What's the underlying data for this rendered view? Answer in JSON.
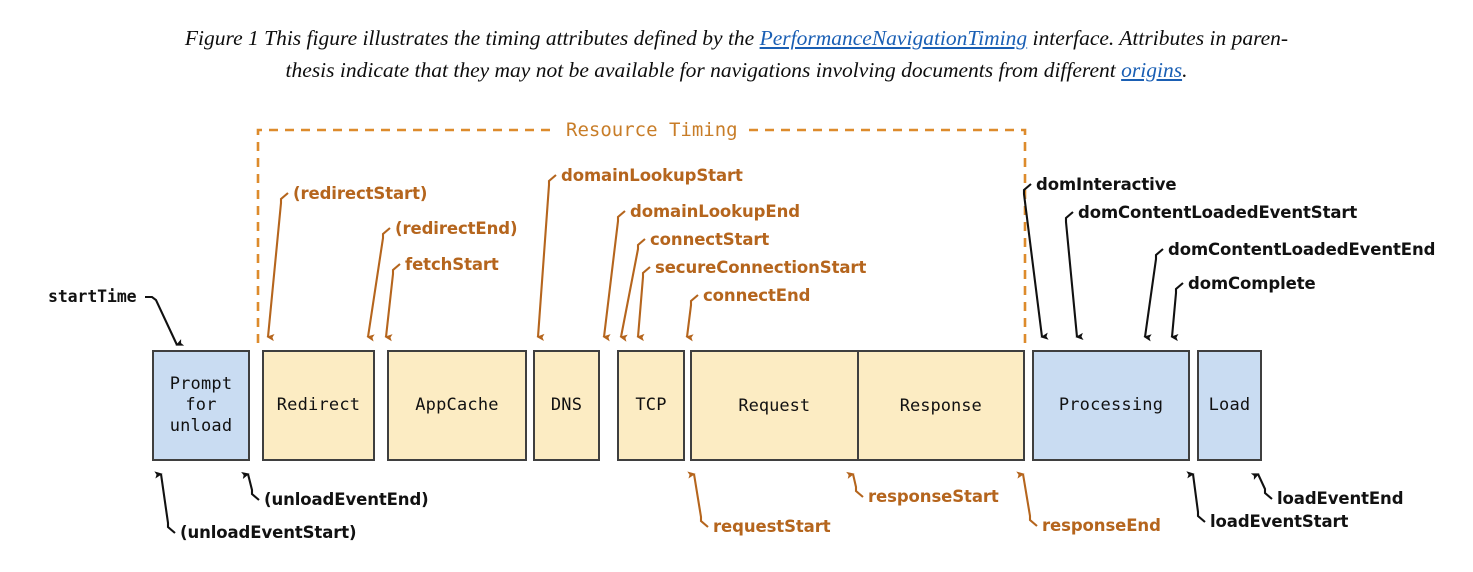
{
  "figure": {
    "caption_line1_a": "Figure 1 This figure illustrates the timing attributes defined by the ",
    "caption_link1": "PerformanceNavigationTiming",
    "caption_line1_b": " interface. Attributes in paren-",
    "caption_line2_a": "thesis indicate that they may not be available for navigations involving documents from different ",
    "caption_link2": "origins",
    "caption_line2_b": "."
  },
  "bracket": {
    "label": "Resource Timing"
  },
  "colors": {
    "cream": "#fcecc3",
    "blue": "#c9dcf2",
    "box_border": "#3f3f3f",
    "orange": "#b5651d",
    "bracket_orange": "#dd8b2c",
    "black": "#111111",
    "link": "#1a5fb4"
  },
  "phases": [
    {
      "name": "prompt-for-unload",
      "label": "Prompt\nfor\nunload",
      "color": "blue"
    },
    {
      "name": "redirect",
      "label": "Redirect",
      "color": "cream"
    },
    {
      "name": "appcache",
      "label": "AppCache",
      "color": "cream"
    },
    {
      "name": "dns",
      "label": "DNS",
      "color": "cream"
    },
    {
      "name": "tcp",
      "label": "TCP",
      "color": "cream"
    },
    {
      "name": "request",
      "label": "Request",
      "color": "cream"
    },
    {
      "name": "response",
      "label": "Response",
      "color": "cream"
    },
    {
      "name": "processing",
      "label": "Processing",
      "color": "blue"
    },
    {
      "name": "load",
      "label": "Load",
      "color": "blue"
    }
  ],
  "labels_top_orange": [
    {
      "key": "redirect_start",
      "text": "(redirectStart)"
    },
    {
      "key": "redirect_end",
      "text": "(redirectEnd)"
    },
    {
      "key": "fetch_start",
      "text": "fetchStart"
    },
    {
      "key": "domain_lookup_start",
      "text": "domainLookupStart"
    },
    {
      "key": "domain_lookup_end",
      "text": "domainLookupEnd"
    },
    {
      "key": "connect_start",
      "text": "connectStart"
    },
    {
      "key": "secure_connection_start",
      "text": "secureConnectionStart"
    },
    {
      "key": "connect_end",
      "text": "connectEnd"
    }
  ],
  "labels_top_black": [
    {
      "key": "dom_interactive",
      "text": "domInteractive"
    },
    {
      "key": "dom_content_loaded_event_start",
      "text": "domContentLoadedEventStart"
    },
    {
      "key": "dom_content_loaded_event_end",
      "text": "domContentLoadedEventEnd"
    },
    {
      "key": "dom_complete",
      "text": "domComplete"
    }
  ],
  "labels_left": [
    {
      "key": "start_time",
      "text": "startTime"
    }
  ],
  "labels_bottom_black": [
    {
      "key": "unload_event_end",
      "text": "(unloadEventEnd)"
    },
    {
      "key": "unload_event_start",
      "text": "(unloadEventStart)"
    },
    {
      "key": "load_event_end",
      "text": "loadEventEnd"
    },
    {
      "key": "load_event_start",
      "text": "loadEventStart"
    }
  ],
  "labels_bottom_orange": [
    {
      "key": "request_start",
      "text": "requestStart"
    },
    {
      "key": "response_start",
      "text": "responseStart"
    },
    {
      "key": "response_end",
      "text": "responseEnd"
    }
  ]
}
